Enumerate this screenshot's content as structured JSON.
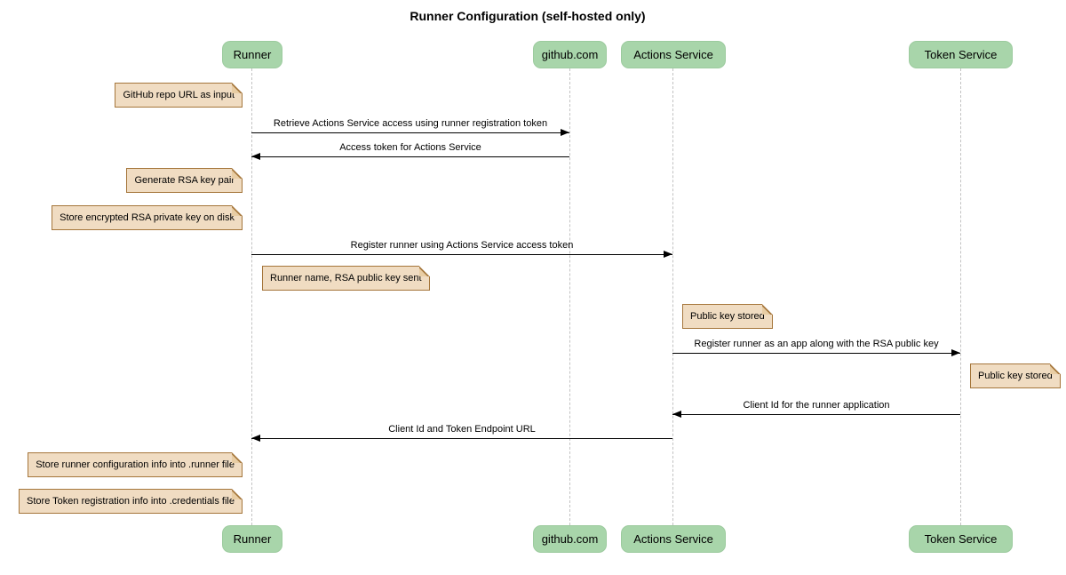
{
  "title": "Runner Configuration (self-hosted only)",
  "actors": [
    {
      "label": "Runner"
    },
    {
      "label": "github.com"
    },
    {
      "label": "Actions Service"
    },
    {
      "label": "Token Service"
    }
  ],
  "messages": [
    {
      "from": "Runner",
      "to": "github.com",
      "label": "Retrieve Actions Service access using runner registration token"
    },
    {
      "from": "github.com",
      "to": "Runner",
      "label": "Access token for Actions Service"
    },
    {
      "from": "Runner",
      "to": "Actions Service",
      "label": "Register runner using Actions Service access token"
    },
    {
      "from": "Actions Service",
      "to": "Token Service",
      "label": "Register runner as an app along with the RSA public key"
    },
    {
      "from": "Token Service",
      "to": "Actions Service",
      "label": "Client Id for the runner application"
    },
    {
      "from": "Actions Service",
      "to": "Runner",
      "label": "Client Id and Token Endpoint URL"
    }
  ],
  "notes": [
    {
      "anchor": "Runner",
      "side": "left",
      "text": "GitHub repo URL as input"
    },
    {
      "anchor": "Runner",
      "side": "left",
      "text": "Generate RSA key pair"
    },
    {
      "anchor": "Runner",
      "side": "left",
      "text": "Store encrypted RSA private key on disk"
    },
    {
      "anchor": "Runner",
      "side": "right",
      "text": "Runner name, RSA public key sent"
    },
    {
      "anchor": "Actions Service",
      "side": "right",
      "text": "Public key stored"
    },
    {
      "anchor": "Token Service",
      "side": "right",
      "text": "Public key stored"
    },
    {
      "anchor": "Runner",
      "side": "left",
      "text": "Store runner configuration info into .runner file"
    },
    {
      "anchor": "Runner",
      "side": "left",
      "text": "Store Token registration info into .credentials file"
    }
  ],
  "colors": {
    "actor_fill": "#A8D5AA",
    "note_fill": "#F0DCC2",
    "note_border": "#A5763B",
    "lifeline": "#C2C2C2",
    "arrow": "#000000",
    "background": "#FFFFFF"
  }
}
